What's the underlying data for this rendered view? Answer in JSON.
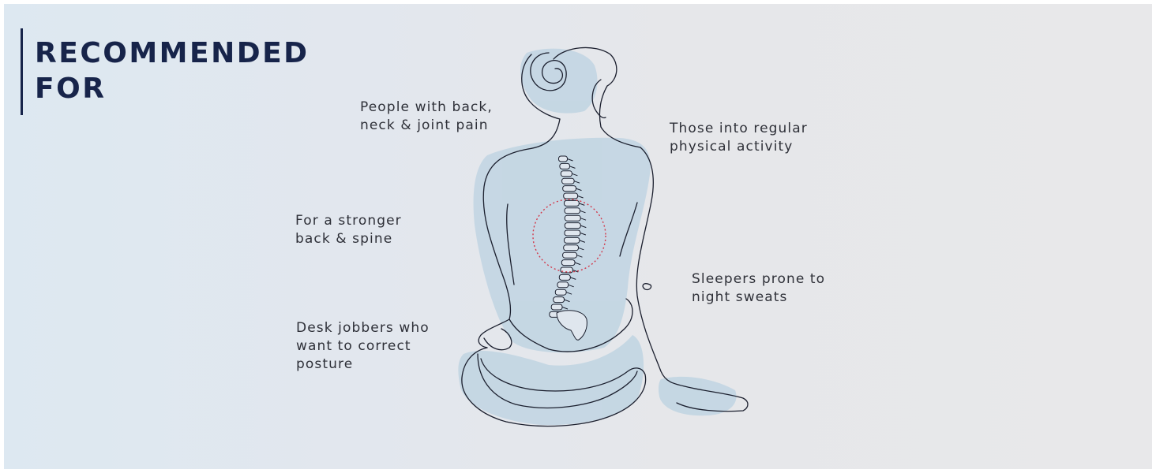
{
  "heading": {
    "lines": [
      "RECOMMENDED",
      "FOR"
    ]
  },
  "benefits": [
    {
      "id": "back-neck-joint-pain",
      "lines": [
        "People with back,",
        "neck & joint pain"
      ]
    },
    {
      "id": "physical-activity",
      "lines": [
        "Those into regular",
        "physical activity"
      ]
    },
    {
      "id": "stronger-back",
      "lines": [
        "For a stronger",
        "back & spine"
      ]
    },
    {
      "id": "night-sweats",
      "lines": [
        "Sleepers prone to",
        "night sweats"
      ]
    },
    {
      "id": "desk-jobbers",
      "lines": [
        "Desk jobbers who",
        "want to correct",
        "posture"
      ]
    }
  ],
  "illustration": {
    "icon": "seated-woman-spine-illustration"
  },
  "colors": {
    "heading": "#17244a",
    "text": "#2e3038",
    "silhouette_fill": "#c3d6e3",
    "outline": "#1b1f2e",
    "focus_circle": "#d2384a"
  }
}
